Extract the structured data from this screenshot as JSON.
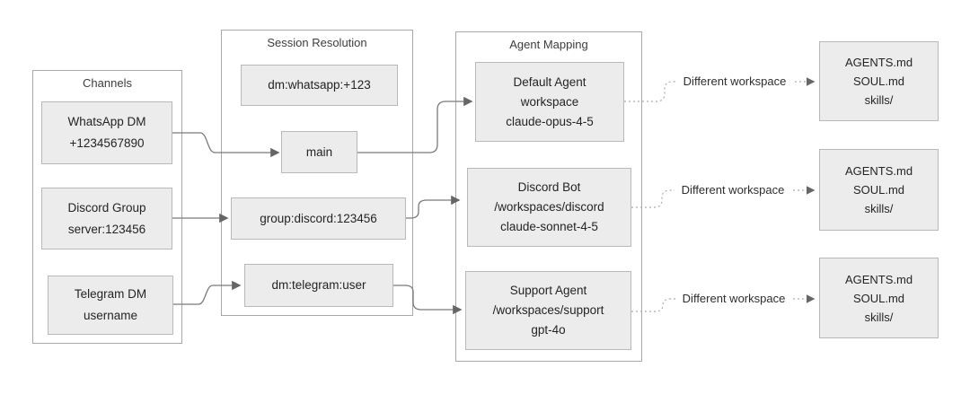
{
  "channels": {
    "title": "Channels",
    "items": [
      {
        "lines": [
          "WhatsApp DM",
          "+1234567890"
        ]
      },
      {
        "lines": [
          "Discord Group",
          "server:123456"
        ]
      },
      {
        "lines": [
          "Telegram DM",
          "username"
        ]
      }
    ]
  },
  "session_resolution": {
    "title": "Session Resolution",
    "items": [
      {
        "label": "dm:whatsapp:+123"
      },
      {
        "label": "main"
      },
      {
        "label": "group:discord:123456"
      },
      {
        "label": "dm:telegram:user"
      }
    ]
  },
  "agent_mapping": {
    "title": "Agent Mapping",
    "items": [
      {
        "lines": [
          "Default Agent",
          "workspace",
          "claude-opus-4-5"
        ]
      },
      {
        "lines": [
          "Discord Bot",
          "/workspaces/discord",
          "claude-sonnet-4-5"
        ]
      },
      {
        "lines": [
          "Support Agent",
          "/workspaces/support",
          "gpt-4o"
        ]
      }
    ]
  },
  "workspaces": {
    "items": [
      {
        "lines": [
          "AGENTS.md",
          "SOUL.md",
          "skills/"
        ]
      },
      {
        "lines": [
          "AGENTS.md",
          "SOUL.md",
          "skills/"
        ]
      },
      {
        "lines": [
          "AGENTS.md",
          "SOUL.md",
          "skills/"
        ]
      }
    ]
  },
  "links": {
    "different_workspace_label": "Different workspace"
  },
  "edges": [
    {
      "from": "WhatsApp DM +1234567890",
      "to": "main",
      "style": "solid"
    },
    {
      "from": "Discord Group server:123456",
      "to": "group:discord:123456",
      "style": "solid"
    },
    {
      "from": "Telegram DM username",
      "to": "dm:telegram:user",
      "style": "solid"
    },
    {
      "from": "main",
      "to": "Default Agent workspace claude-opus-4-5",
      "style": "solid"
    },
    {
      "from": "group:discord:123456",
      "to": "Discord Bot /workspaces/discord claude-sonnet-4-5",
      "style": "solid"
    },
    {
      "from": "dm:telegram:user",
      "to": "Support Agent /workspaces/support gpt-4o",
      "style": "solid"
    },
    {
      "from": "Default Agent",
      "to": "workspace files 1",
      "style": "dotted",
      "label": "Different workspace"
    },
    {
      "from": "Discord Bot",
      "to": "workspace files 2",
      "style": "dotted",
      "label": "Different workspace"
    },
    {
      "from": "Support Agent",
      "to": "workspace files 3",
      "style": "dotted",
      "label": "Different workspace"
    }
  ],
  "colors": {
    "background": "#ffffff",
    "node_fill": "#ececec",
    "node_border": "#b9b9b9",
    "container_border": "#a8a8a8",
    "solid_line": "#7a7a7a",
    "dotted_line": "#ababab",
    "arrowhead": "#666666",
    "text": "#242424"
  }
}
